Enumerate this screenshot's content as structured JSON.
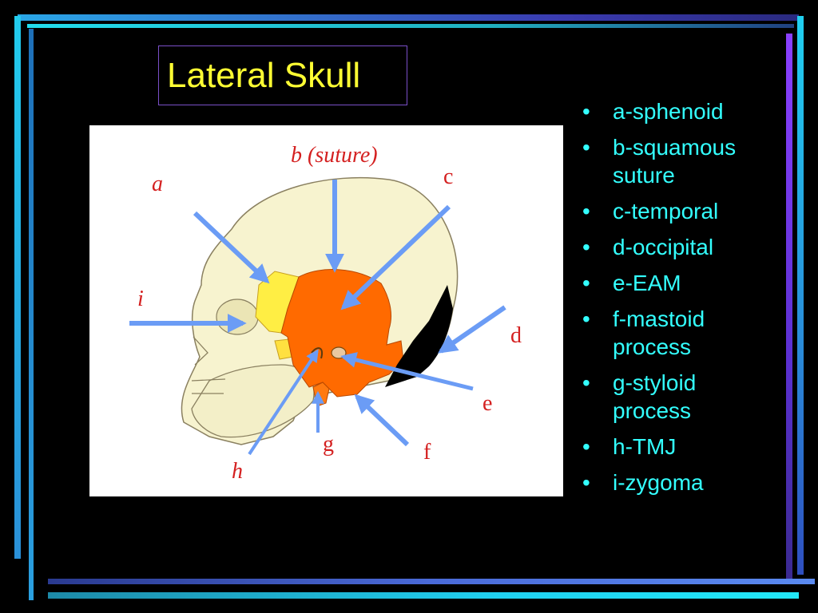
{
  "slide": {
    "title": "Lateral Skull"
  },
  "figure": {
    "labels": {
      "a": "a",
      "b": "b (suture)",
      "c": "c",
      "d": "d",
      "e": "e",
      "f": "f",
      "g": "g",
      "h": "h",
      "i": "i"
    }
  },
  "legend": {
    "bullet": "•",
    "items": [
      "a-sphenoid",
      "b-squamous suture",
      "c-temporal",
      "d-occipital",
      "e-EAM",
      "f-mastoid process",
      "g-styloid process",
      "h-TMJ",
      "i-zygoma"
    ]
  },
  "colors": {
    "background": "#000000",
    "title_text": "#ffff33",
    "legend_text": "#33ffff",
    "label_text": "#d42020",
    "arrow": "#6b9cf5",
    "temporal": "#ff6a00",
    "sphenoid": "#ffee44",
    "occipital": "#000000",
    "skull": "#f7f3cf"
  }
}
